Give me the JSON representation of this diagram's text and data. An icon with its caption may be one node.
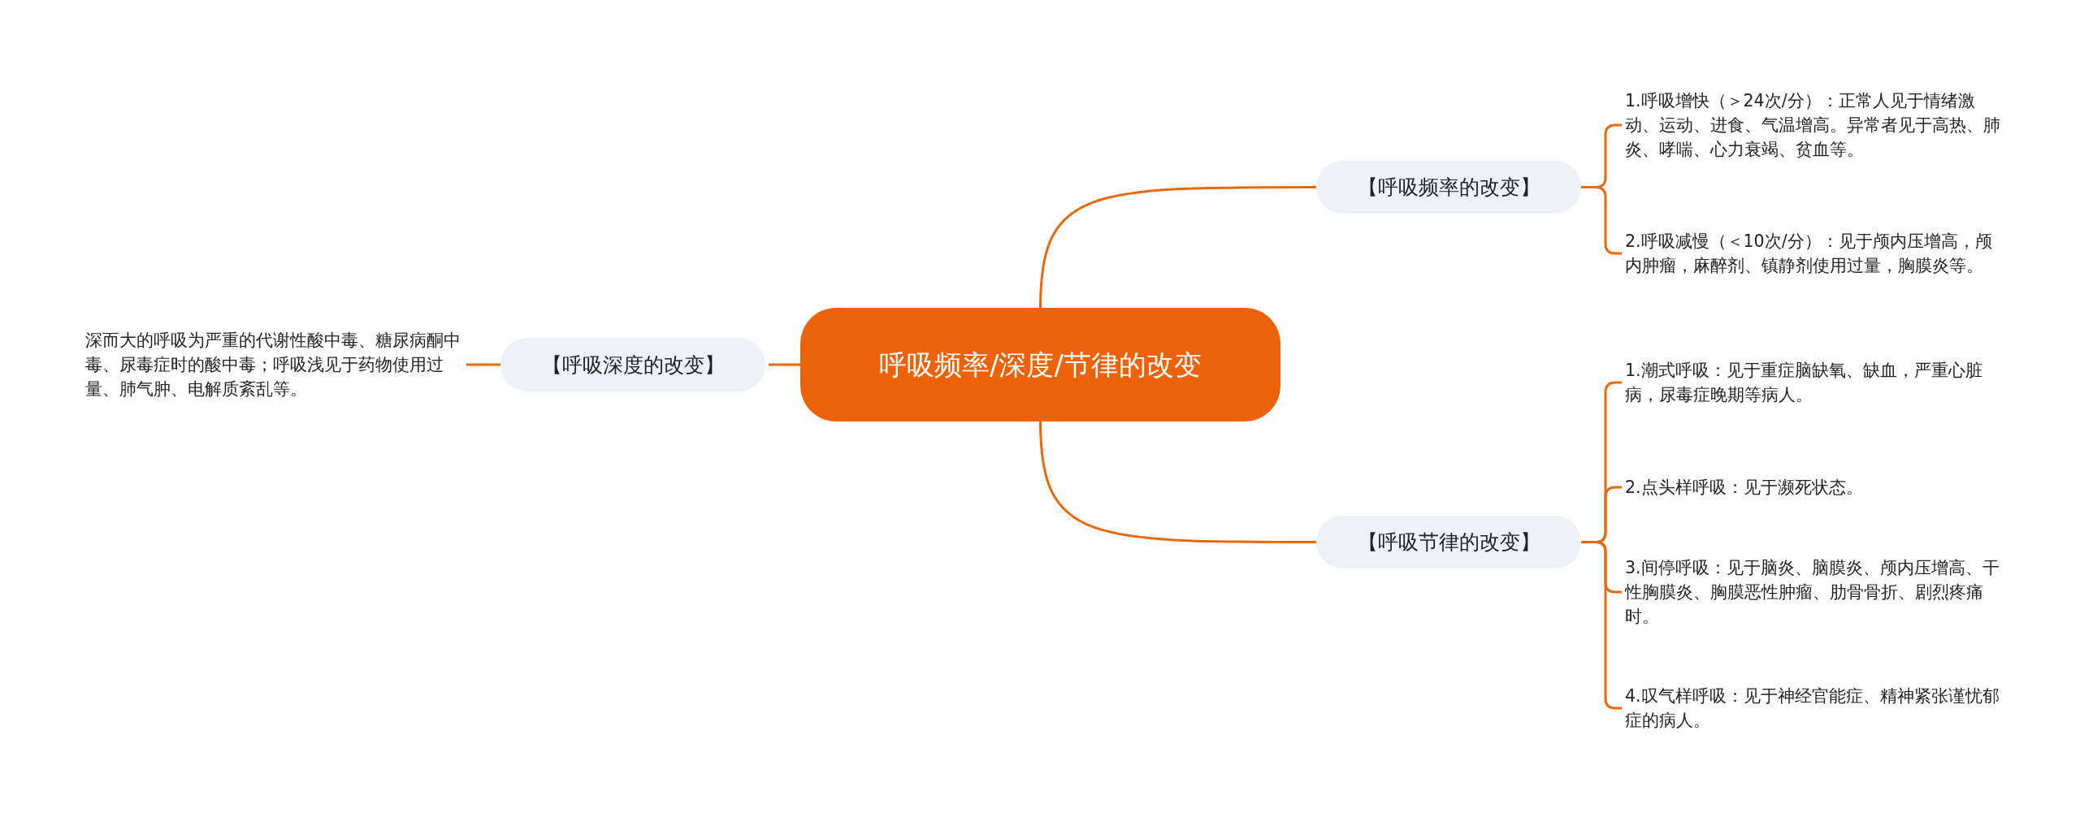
{
  "diagram": {
    "nodes": [
      {
        "text": [
          "呼吸频率/深度/节律的改变"
        ]
      },
      {
        "text": [
          "【呼吸频率的改变】"
        ]
      },
      {
        "text": [
          "1.呼吸增快（＞24次/分）：正常人见于情绪激动、运动、进食、气温增高。异常者见于高热、肺炎、哮喘、心力衰竭、贫血等。"
        ]
      },
      {
        "text": [
          "2.呼吸减慢（＜10次/分）：见于颅内压增高，颅内肿瘤，麻醉剂、镇静剂使用过量，胸膜炎等。"
        ]
      },
      {
        "text": [
          "【呼吸节律的改变】"
        ]
      },
      {
        "text": [
          "1.潮式呼吸：见于重症脑缺氧、缺血，严重心脏病，尿毒症晚期等病人。"
        ]
      },
      {
        "text": [
          "2.点头样呼吸：见于濒死状态。"
        ]
      },
      {
        "text": [
          "3.间停呼吸：见于脑炎、脑膜炎、颅内压增高、干性胸膜炎、胸膜恶性肿瘤、肋骨骨折、剧烈疼痛时。"
        ]
      },
      {
        "text": [
          "4.叹气样呼吸：见于神经官能症、精神紧张谨忧郁症的病人。"
        ]
      },
      {
        "text": [
          "【呼吸深度的改变】"
        ]
      },
      {
        "text": [
          "深而大的呼吸为严重的代谢性酸中毒、糖尿病酮中毒、尿毒症时的酸中毒；呼吸浅见于药物使用过量、肺气肿、电解质紊乱等。"
        ]
      }
    ],
    "edges": [
      {
        "from": 0,
        "to": 1,
        "arrow": "none"
      },
      {
        "from": 1,
        "to": 2,
        "arrow": "none"
      },
      {
        "from": 1,
        "to": 3,
        "arrow": "none"
      },
      {
        "from": 0,
        "to": 4,
        "arrow": "none"
      },
      {
        "from": 4,
        "to": 5,
        "arrow": "none"
      },
      {
        "from": 4,
        "to": 6,
        "arrow": "none"
      },
      {
        "from": 4,
        "to": 7,
        "arrow": "none"
      },
      {
        "from": 4,
        "to": 8,
        "arrow": "none"
      },
      {
        "from": 0,
        "to": 9,
        "arrow": "none"
      },
      {
        "from": 9,
        "to": 10,
        "arrow": "none"
      }
    ]
  }
}
